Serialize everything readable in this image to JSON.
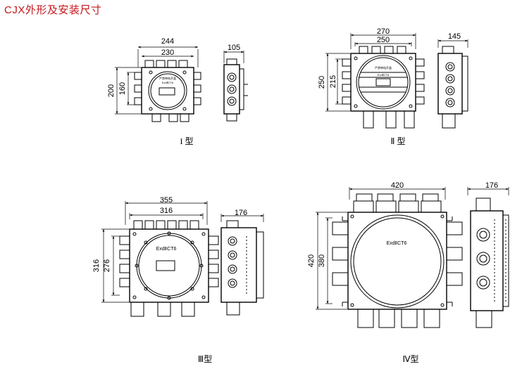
{
  "title": "CJX外形及安装尺寸",
  "type1": {
    "caption": "I 型",
    "dims": {
      "overall_width": "244",
      "inner_width": "230",
      "overall_height": "200",
      "inner_height": "160",
      "side_depth": "105"
    },
    "label1": "严禁带电开盖",
    "label2": "ExdⅡCT6"
  },
  "type2": {
    "caption": "Ⅱ 型",
    "dims": {
      "overall_width": "270",
      "inner_width": "250",
      "overall_height": "250",
      "inner_height": "215",
      "side_depth": "145"
    },
    "label1": "严禁带电开盖",
    "label2": "ExdⅡCT6"
  },
  "type3": {
    "caption": "Ⅲ型",
    "dims": {
      "overall_width": "355",
      "inner_width": "316",
      "overall_height": "316",
      "inner_height": "276",
      "side_depth": "176"
    },
    "label": "ExdⅡCT6"
  },
  "type4": {
    "caption": "Ⅳ型",
    "dims": {
      "overall_width": "420",
      "overall_height": "420",
      "inner_height": "380",
      "side_depth": "176"
    },
    "label": "ExdⅡCT6"
  }
}
